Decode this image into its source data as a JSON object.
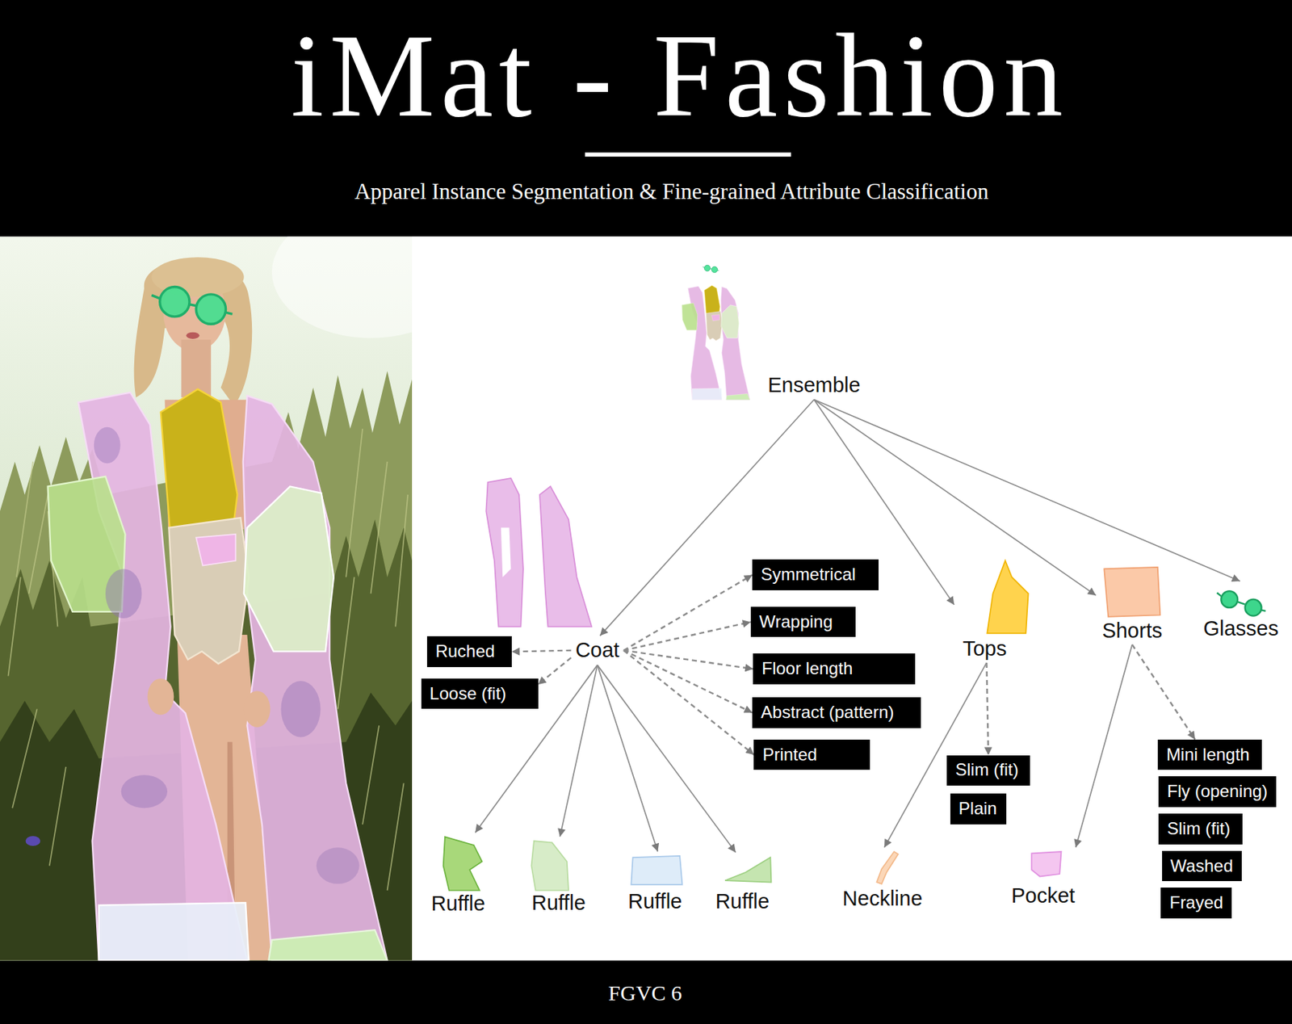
{
  "diagram": {
    "title": "iMat - Fashion",
    "nodes": [
      {
        "text": [
          "Ensemble"
        ]
      },
      {
        "text": [
          "Coat"
        ]
      },
      {
        "text": [
          "Tops"
        ]
      },
      {
        "text": [
          "Shorts"
        ]
      },
      {
        "text": [
          "Glasses"
        ]
      },
      {
        "text": [
          "Symmetrical"
        ]
      },
      {
        "text": [
          "Wrapping"
        ]
      },
      {
        "text": [
          "Ruched"
        ]
      },
      {
        "text": [
          "Floor length"
        ]
      },
      {
        "text": [
          "Loose (fit)"
        ]
      },
      {
        "text": [
          "Abstract (pattern)"
        ]
      },
      {
        "text": [
          "Printed"
        ]
      },
      {
        "text": [
          "Slim (fit)"
        ]
      },
      {
        "text": [
          "Plain"
        ]
      },
      {
        "text": [
          "Mini length"
        ]
      },
      {
        "text": [
          "Fly (opening)"
        ]
      },
      {
        "text": [
          "Slim (fit)"
        ]
      },
      {
        "text": [
          "Washed"
        ]
      },
      {
        "text": [
          "Frayed"
        ]
      },
      {
        "text": [
          "Ruffle"
        ]
      },
      {
        "text": [
          "Ruffle"
        ]
      },
      {
        "text": [
          "Ruffle"
        ]
      },
      {
        "text": [
          "Ruffle"
        ]
      },
      {
        "text": [
          "Neckline"
        ]
      },
      {
        "text": [
          "Pocket"
        ]
      }
    ],
    "edges": [
      {
        "from": 0,
        "to": 1,
        "arrow": "to"
      },
      {
        "from": 0,
        "to": 2,
        "arrow": "to"
      },
      {
        "from": 0,
        "to": 3,
        "arrow": "to"
      },
      {
        "from": 0,
        "to": 4,
        "arrow": "to"
      },
      {
        "from": 1,
        "to": 5,
        "arrow": "to"
      },
      {
        "from": 1,
        "to": 6,
        "arrow": "to"
      },
      {
        "from": 1,
        "to": 8,
        "arrow": "to"
      },
      {
        "from": 1,
        "to": 10,
        "arrow": "to"
      },
      {
        "from": 1,
        "to": 11,
        "arrow": "to"
      },
      {
        "from": 1,
        "to": 7,
        "arrow": "to"
      },
      {
        "from": 1,
        "to": 9,
        "arrow": "to"
      },
      {
        "from": 1,
        "to": 19,
        "arrow": "to"
      },
      {
        "from": 1,
        "to": 20,
        "arrow": "to"
      },
      {
        "from": 1,
        "to": 21,
        "arrow": "to"
      },
      {
        "from": 1,
        "to": 22,
        "arrow": "to"
      },
      {
        "from": 2,
        "to": 12,
        "arrow": "to"
      },
      {
        "from": 2,
        "to": 23,
        "arrow": "to"
      },
      {
        "from": 3,
        "to": 14,
        "arrow": "to"
      },
      {
        "from": 3,
        "to": 24,
        "arrow": "to"
      }
    ],
    "labels": [
      "Apparel Instance Segmentation & Fine-grained Attribute Classification",
      "FGVC 6"
    ]
  }
}
